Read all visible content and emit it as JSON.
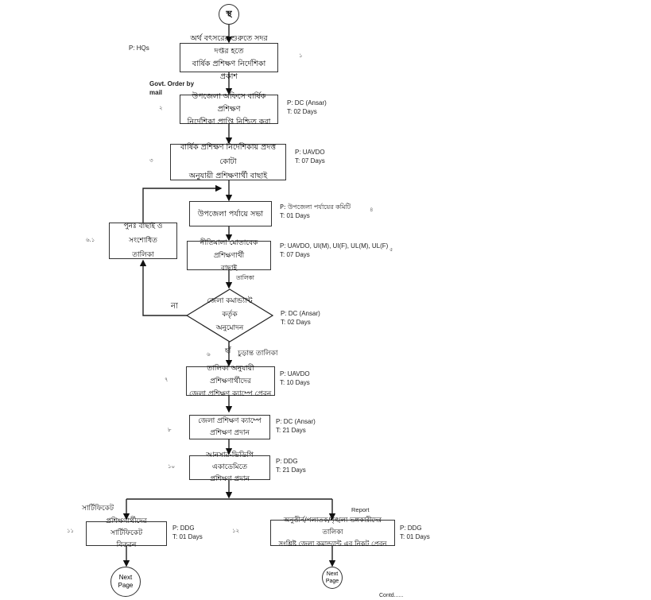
{
  "start": {
    "label": "স্থ"
  },
  "steps": [
    {
      "id": "1",
      "number": "১",
      "lines": [
        "অর্থ বৎসরের শুরুতে সদর দপ্তর হতে",
        "বার্ষিক প্রশিক্ষণ নির্দেশিকা প্রকাশ"
      ],
      "person": "P: HQs",
      "time": ""
    },
    {
      "id": "2",
      "number": "২",
      "lines": [
        "উপজেলা অফিসে বার্ষিক প্রশিক্ষণ",
        "নির্দেশিকা প্রাপ্তি নিশ্চিত করা"
      ],
      "person": "P: DC (Ansar)",
      "time": "T: 02 Days"
    },
    {
      "id": "3",
      "number": "৩",
      "lines": [
        "বার্ষিক প্রশিক্ষণ নির্দেশিকায় প্রদত্ত কোটা",
        "অনুযায়ী প্রশিক্ষণার্থী বাছাই"
      ],
      "person": "P: UAVDO",
      "time": "T: 07 Days"
    },
    {
      "id": "4",
      "number": "৪",
      "lines": [
        "উপজেলা পর্যায়ে সভা"
      ],
      "person": "P: উপজেলা পর্যায়ের কমিটি",
      "time": "T: 01 Days"
    },
    {
      "id": "5",
      "number": "৫",
      "lines": [
        "নীতিমালা মোতাবেক প্রশিক্ষণার্থী",
        "বাছাই"
      ],
      "person": "P: UAVDO, UI(M), UI(F), UL(M), UL(F)",
      "time": "T: 07 Days"
    },
    {
      "id": "6",
      "number": "৬",
      "lines": [
        "জেলা কমান্ড্যান্ট",
        "কর্তৃক",
        "অনুমোদন"
      ],
      "person": "P: DC (Ansar)",
      "time": "T: 02 Days"
    },
    {
      "id": "6.1",
      "number": "৬.১",
      "lines": [
        "পুনঃ  বাছাই ও সংশোধিত",
        "তালিকা"
      ],
      "person": "",
      "time": ""
    },
    {
      "id": "7",
      "number": "৭",
      "lines": [
        "তালিকা অনুযায়ী প্রশিক্ষণার্থীদের",
        "জেলা প্রশিক্ষণ ক্যাম্পে প্রেরন"
      ],
      "person": "P: UAVDO",
      "time": "T: 10 Days"
    },
    {
      "id": "8",
      "number": "৮",
      "lines": [
        "জেলা প্রশিক্ষণ ক্যাম্পে",
        "প্রশিক্ষণ প্রদান"
      ],
      "person": "P: DC (Ansar)",
      "time": "T: 21 Days"
    },
    {
      "id": "10",
      "number": "১০",
      "lines": [
        "আনসার-ভিডিপি একাডেমিতে",
        "প্রশিক্ষণ প্রদান"
      ],
      "person": "P: DDG",
      "time": "T: 21 Days"
    },
    {
      "id": "11",
      "number": "১১",
      "lines": [
        "প্রশিক্ষণার্থীদের  সার্টিফিকেট",
        "বিতরন"
      ],
      "person": "P: DDG",
      "time": "T: 01 Days"
    },
    {
      "id": "12",
      "number": "১২",
      "lines": [
        "অনুত্তীর্ন/পলাতক/শৃঙ্খলা ভঙ্গকারীদের তালিকা",
        "সংশ্লিষ্ট জেলা কমান্ড্যান্ট এর নিকট প্রেরন"
      ],
      "person": "P: DDG",
      "time": "T: 01 Days"
    }
  ],
  "edge_labels": {
    "govt_order": [
      "Govt. Order by",
      "mail"
    ],
    "list": "তালিকা",
    "no": "না",
    "yes": "হাঁ",
    "final_list": "চুড়ান্ত তালিকা",
    "certificate": "সার্টিফিকেট",
    "report": "Report"
  },
  "connectors": {
    "next_page_left": [
      "Next",
      "Page"
    ],
    "next_page_right": [
      "Next",
      "Page"
    ]
  },
  "footer": {
    "contd": "Contd......"
  }
}
